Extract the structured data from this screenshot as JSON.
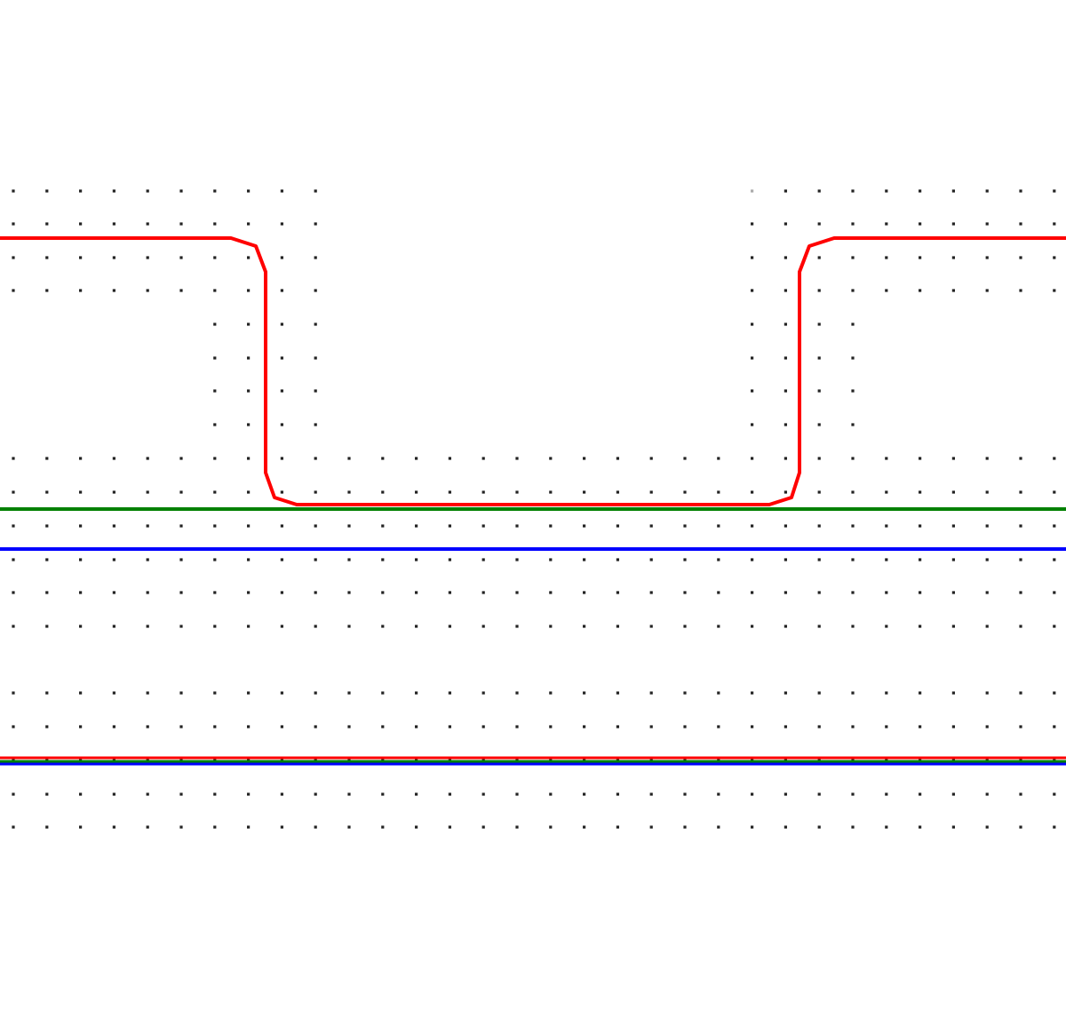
{
  "diagram": {
    "grid_dot_color": "#222222",
    "faint_dot_color": "#aaaaaa",
    "lines": [
      {
        "name": "red-path-top",
        "color": "#ff0000"
      },
      {
        "name": "green-line-upper",
        "color": "#008000"
      },
      {
        "name": "blue-line-upper",
        "color": "#0000ff"
      },
      {
        "name": "red-line-lower",
        "color": "#ff0000"
      },
      {
        "name": "green-line-lower",
        "color": "#008000"
      },
      {
        "name": "blue-line-lower",
        "color": "#0000ff"
      }
    ]
  }
}
